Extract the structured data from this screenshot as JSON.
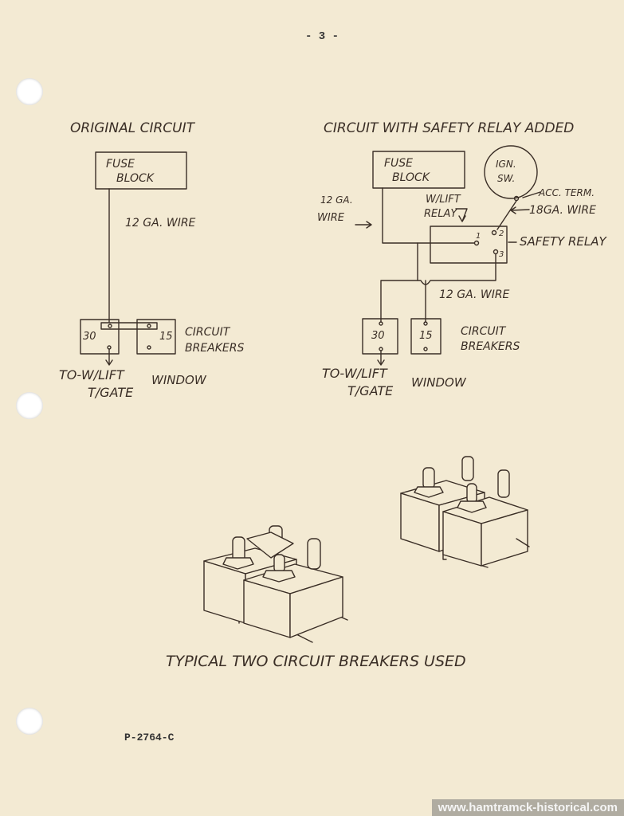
{
  "page_number": "- 3 -",
  "doc_code": "P-2764-C",
  "watermark": "www.hamtramck-historical.com",
  "original_circuit": {
    "title": "ORIGINAL CIRCUIT",
    "fuse_block": [
      "FUSE",
      "BLOCK"
    ],
    "wire_label": "12 GA. WIRE",
    "breaker_30": "30",
    "breaker_15": "15",
    "breakers_label": [
      "CIRCUIT",
      "BREAKERS"
    ],
    "to_label": [
      "TO-W/LIFT",
      "T/GATE"
    ],
    "window_label": "WINDOW"
  },
  "relay_circuit": {
    "title": "CIRCUIT WITH SAFETY RELAY ADDED",
    "fuse_block": [
      "FUSE",
      "BLOCK"
    ],
    "ign_sw": [
      "IGN.",
      "SW."
    ],
    "acc_term": "ACC. TERM.",
    "wire_18": "18GA. WIRE",
    "wire_12_left": [
      "12 GA.",
      "WIRE"
    ],
    "wlift_relay": [
      "W/LIFT",
      "RELAY"
    ],
    "term_1": "1",
    "term_2": "2",
    "term_3": "3",
    "safety_relay": "SAFETY RELAY",
    "wire_12_bottom": "12 GA. WIRE",
    "breaker_30": "30",
    "breaker_15": "15",
    "breakers_label": [
      "CIRCUIT",
      "BREAKERS"
    ],
    "to_label": [
      "TO-W/LIFT",
      "T/GATE"
    ],
    "window_label": "WINDOW"
  },
  "caption": "TYPICAL TWO CIRCUIT BREAKERS USED",
  "icons": [
    "binder-hole",
    "circuit-breaker-drawing"
  ]
}
